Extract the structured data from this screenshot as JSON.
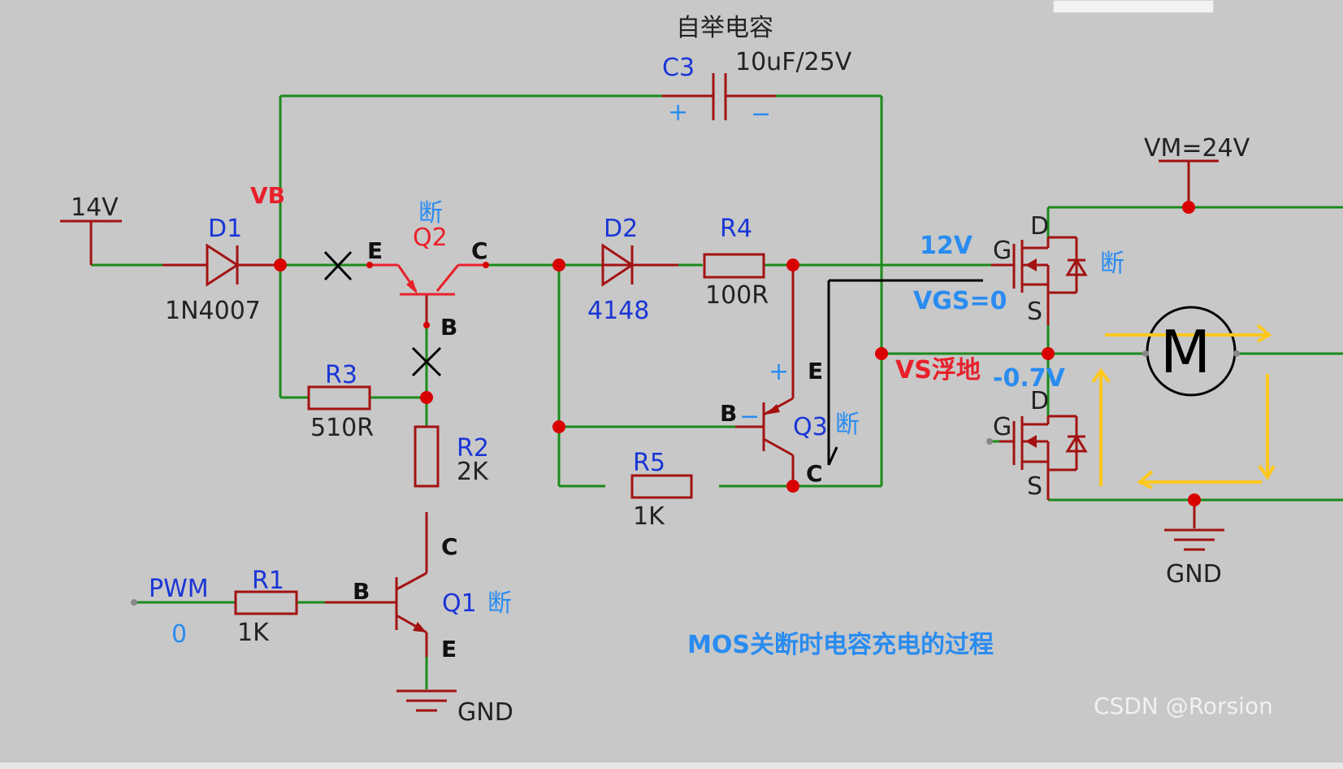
{
  "title": "自举电容",
  "caption": "MOS关断时电容充电的过程",
  "watermark": "CSDN @Rorsion",
  "colors": {
    "background": "#c8c8c8",
    "wire": "#1b8a1b",
    "component": "#a31212",
    "node": "#d80000",
    "label": "#1a36d6",
    "accent": "#2a8cf0",
    "alert": "#e8202a",
    "current_arrow": "#ffc81e"
  },
  "supplies": {
    "vcc": "14V",
    "vm": "VM=24V",
    "gnd": "GND"
  },
  "nets": {
    "vb": "VB",
    "vs": "VS浮地",
    "vs_value": "-0.7V",
    "gate_voltage": "12V",
    "vgs": "VGS=0",
    "pwm": "PWM",
    "pwm_value": "0"
  },
  "components": {
    "c3": {
      "ref": "C3",
      "value": "10uF/25V",
      "plus": "+",
      "minus": "−"
    },
    "d1": {
      "ref": "D1",
      "value": "1N4007"
    },
    "d2": {
      "ref": "D2",
      "value": "4148"
    },
    "r1": {
      "ref": "R1",
      "value": "1K"
    },
    "r2": {
      "ref": "R2",
      "value": "2K"
    },
    "r3": {
      "ref": "R3",
      "value": "510R"
    },
    "r4": {
      "ref": "R4",
      "value": "100R"
    },
    "r5": {
      "ref": "R5",
      "value": "1K"
    },
    "q1": {
      "ref": "Q1",
      "state": "断",
      "b": "B",
      "c": "C",
      "e": "E"
    },
    "q2": {
      "ref": "Q2",
      "state": "断",
      "b": "B",
      "c": "C",
      "e": "E"
    },
    "q3": {
      "ref": "Q3",
      "state": "断",
      "b": "B",
      "c": "C",
      "e": "E",
      "plus": "+",
      "minus": "−"
    },
    "mos_high": {
      "state": "断",
      "g": "G",
      "d": "D",
      "s": "S"
    },
    "mos_low": {
      "g": "G",
      "d": "D",
      "s": "S"
    },
    "motor": {
      "label": "M"
    }
  }
}
